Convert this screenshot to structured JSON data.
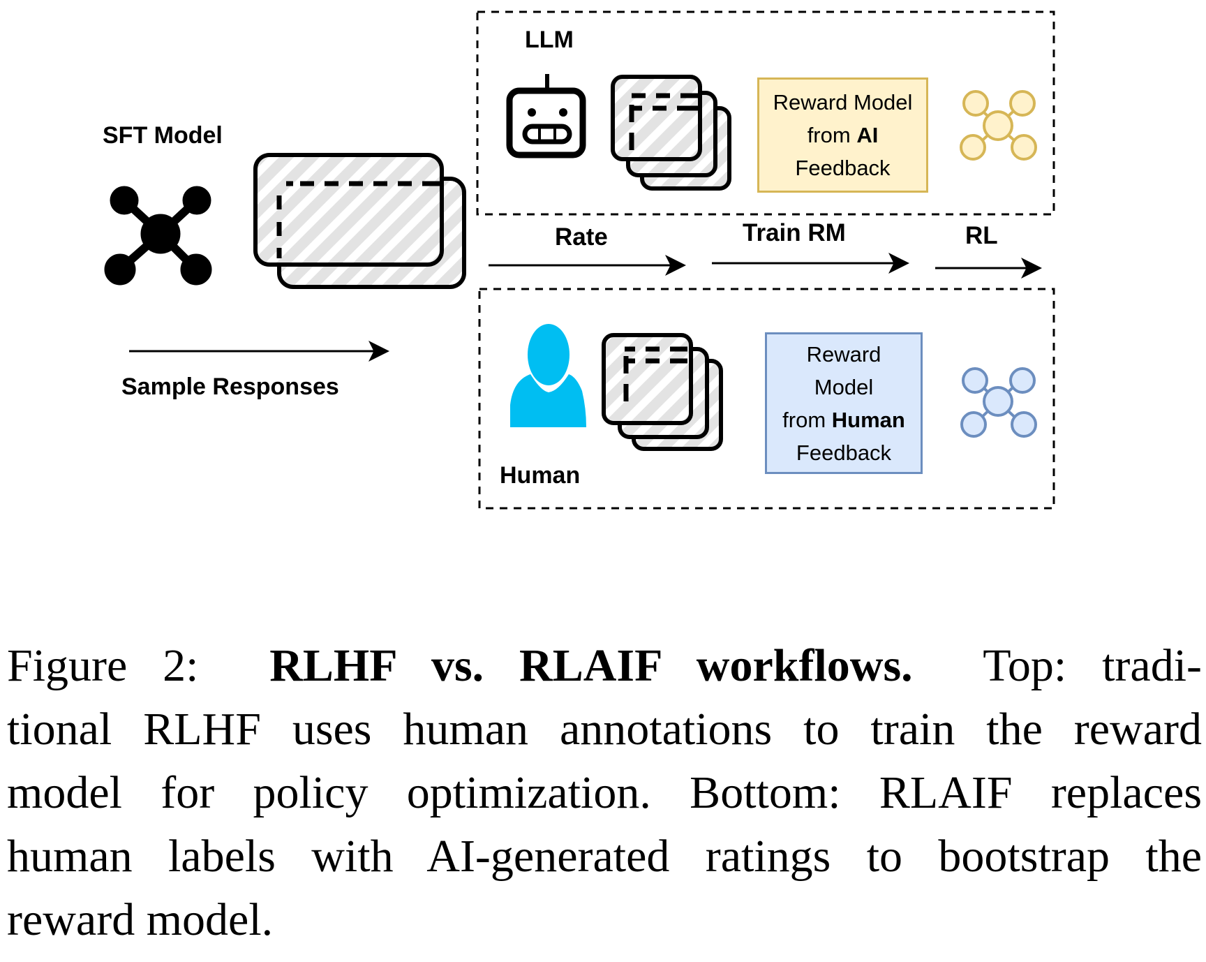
{
  "diagram": {
    "sft_model": {
      "label": "SFT Model"
    },
    "sample_arrow": {
      "label": "Sample Responses"
    },
    "top_panel": {
      "agent_label": "LLM",
      "reward_model": {
        "prefix_lines": [
          "Reward Model"
        ],
        "line2_pre": "from ",
        "line2_bold": "AI",
        "line3": "Feedback"
      },
      "colors": {
        "fill": "#fff2cc",
        "stroke": "#d6b656"
      }
    },
    "bottom_panel": {
      "agent_label": "Human",
      "reward_model": {
        "line1": "Reward",
        "line2": "Model",
        "line3_pre": "from ",
        "line3_bold": "Human",
        "line4": "Feedback"
      },
      "colors": {
        "fill": "#dae8fc",
        "stroke": "#6c8ebf",
        "person": "#00bef2"
      }
    },
    "stages": [
      {
        "label": "Rate"
      },
      {
        "label": "Train RM"
      },
      {
        "label": "RL"
      }
    ]
  },
  "caption": {
    "prefix": "Figure 2:",
    "title": "RLHF vs. RLAIF workflows.",
    "line1_rest": "Top: tradi-",
    "line2": "tional RLHF uses human annotations to train the reward",
    "line3": "model for policy optimization. Bottom: RLAIF replaces",
    "line4": "human labels with AI-generated ratings to bootstrap the",
    "line5": "reward model."
  }
}
